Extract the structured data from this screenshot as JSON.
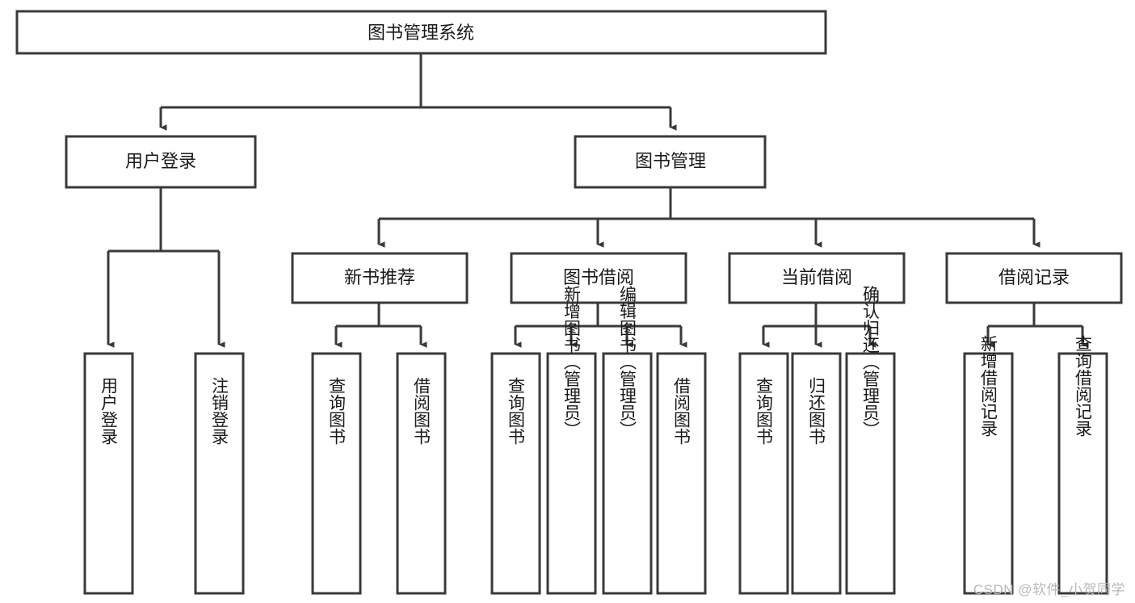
{
  "diagram": {
    "type": "tree-hierarchy",
    "title": "图书管理系统",
    "root": {
      "id": "root",
      "label": "图书管理系统"
    },
    "level1": [
      {
        "id": "user-login",
        "label": "用户登录"
      },
      {
        "id": "book-management",
        "label": "图书管理"
      }
    ],
    "level2": [
      {
        "id": "new-book-recommend",
        "label": "新书推荐",
        "parent": "book-management"
      },
      {
        "id": "book-borrow",
        "label": "图书借阅",
        "parent": "book-management"
      },
      {
        "id": "current-borrow",
        "label": "当前借阅",
        "parent": "book-management"
      },
      {
        "id": "borrow-record",
        "label": "借阅记录",
        "parent": "book-management"
      }
    ],
    "leaves": {
      "user_login": [
        {
          "id": "leaf-user-login",
          "label": "用户登录"
        },
        {
          "id": "leaf-logout-login",
          "label": "注销登录"
        }
      ],
      "new_book_recommend": [
        {
          "id": "leaf-query-book-1",
          "label": "查询图书"
        },
        {
          "id": "leaf-borrow-book-1",
          "label": "借阅图书"
        }
      ],
      "book_borrow": [
        {
          "id": "leaf-query-book-2",
          "label": "查询图书"
        },
        {
          "id": "leaf-add-book",
          "label": "新增图书（管理员）"
        },
        {
          "id": "leaf-edit-book",
          "label": "编辑图书（管理员）"
        },
        {
          "id": "leaf-borrow-book-2",
          "label": "借阅图书"
        }
      ],
      "current_borrow": [
        {
          "id": "leaf-query-book-3",
          "label": "查询图书"
        },
        {
          "id": "leaf-return-book",
          "label": "归还图书"
        },
        {
          "id": "leaf-confirm-return",
          "label": "确认归还（管理员）"
        }
      ],
      "borrow_record": [
        {
          "id": "leaf-add-record",
          "label": "新增借阅记录"
        },
        {
          "id": "leaf-query-record",
          "label": "查询借阅记录"
        }
      ]
    },
    "colors": {
      "box_stroke": "#3a3a3a",
      "box_fill": "#ffffff",
      "text": "#1a1a1a",
      "connector": "#3a3a3a",
      "watermark": "#b8b8b8",
      "background": "#ffffff"
    }
  },
  "watermark": {
    "label": "CSDN @软件_小贺同学"
  }
}
